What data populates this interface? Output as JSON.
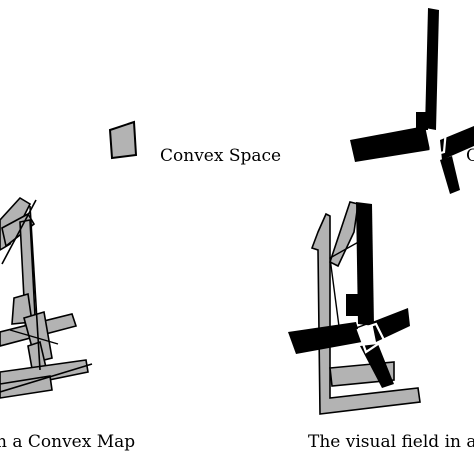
{
  "labels": {
    "convex_space": "Convex Space",
    "isovist_partial": "C",
    "convex_map_partial": "n a Convex Map",
    "visual_field_partial": "The visual field in a"
  },
  "colors": {
    "space_fill": "#b3b3b3",
    "isovist_fill": "#000000",
    "outline": "#000000",
    "highlight": "#ffffff"
  }
}
